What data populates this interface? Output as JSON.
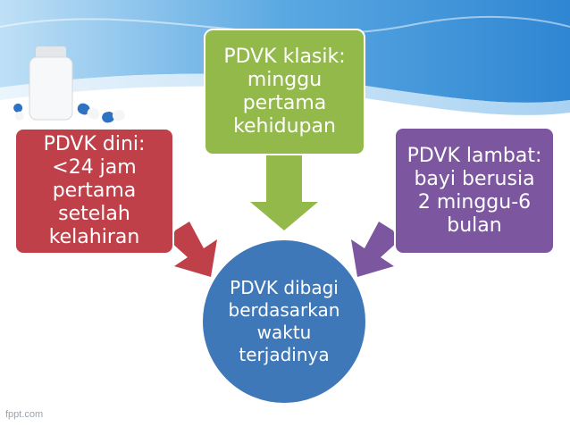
{
  "diagram": {
    "top_box": "PDVK klasik: minggu pertama kehidupan",
    "left_box": "PDVK dini: <24 jam pertama setelah kelahiran",
    "right_box": "PDVK lambat: bayi berusia 2 minggu-6 bulan",
    "center_circle": "PDVK dibagi berdasarkan waktu terjadinya"
  },
  "colors": {
    "left": "#c0404a",
    "top": "#93b94b",
    "right": "#7d56a0",
    "center": "#3f78b8",
    "banner": "#3f8fd6"
  },
  "watermark": "fppt.com"
}
